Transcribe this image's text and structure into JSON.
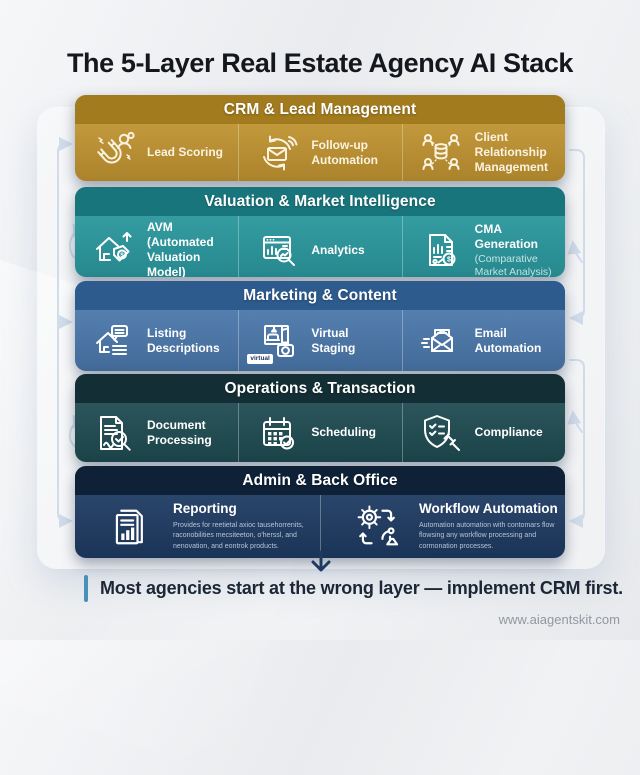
{
  "title": "The 5-Layer Real Estate Agency AI Stack",
  "layers": [
    {
      "title": "CRM & Lead Management",
      "header_color": "#a17b1d",
      "body_color": "#bf9230",
      "items": [
        {
          "icon": "lead-scoring-magnet-icon",
          "label": "Lead Scoring"
        },
        {
          "icon": "follow-up-automation-icon",
          "label": "Follow-up Automation"
        },
        {
          "icon": "client-network-icon",
          "label": "Client Relationship Management"
        }
      ]
    },
    {
      "title": "Valuation & Market Intelligence",
      "header_color": "#19757c",
      "body_color": "#28969c",
      "items": [
        {
          "icon": "home-valuation-icon",
          "label": "AVM (Automated Valuation Model)"
        },
        {
          "icon": "analytics-icon",
          "label": "Analytics"
        },
        {
          "icon": "cma-report-icon",
          "label": "CMA Generation",
          "sublabel": "(Comparative Market Analysis)"
        }
      ]
    },
    {
      "title": "Marketing & Content",
      "header_color": "#2d5b8d",
      "body_color": "#4a77aa",
      "items": [
        {
          "icon": "listing-description-icon",
          "label": "Listing Descriptions"
        },
        {
          "icon": "virtual-staging-icon",
          "label": "Virtual Staging",
          "icon_label": "virtual"
        },
        {
          "icon": "email-automation-icon",
          "label": "Email Automation"
        }
      ]
    },
    {
      "title": "Operations & Transaction",
      "header_color": "#132f35",
      "body_color": "#1e4b51",
      "items": [
        {
          "icon": "document-processing-icon",
          "label": "Document Processing"
        },
        {
          "icon": "scheduling-icon",
          "label": "Scheduling"
        },
        {
          "icon": "compliance-icon",
          "label": "Compliance"
        }
      ]
    },
    {
      "title": "Admin & Back Office",
      "header_color": "#0e2137",
      "body_color": "#1d3a61",
      "items": [
        {
          "icon": "reporting-icon",
          "label": "Reporting",
          "description": "Provides for reetietal axioc tausehorrenits, raconobilities mecsiteeton, o'herssl, and nenovation, and eontrok products."
        },
        {
          "icon": "workflow-automation-icon",
          "label": "Workflow Automation",
          "description": "Automation automation with contomars flow flowsing any workflow processing and cormonation processes."
        }
      ]
    }
  ],
  "note": {
    "text": "Most agencies start at the wrong layer — implement CRM first."
  },
  "footer": {
    "website": "www.aiagentskit.com"
  },
  "colors": {
    "note_bar": "#4a90b8",
    "down_arrow": "#1e3a5f",
    "connector": "#c8d6e8",
    "title_text": "#14171c",
    "note_text": "#1b2736"
  }
}
